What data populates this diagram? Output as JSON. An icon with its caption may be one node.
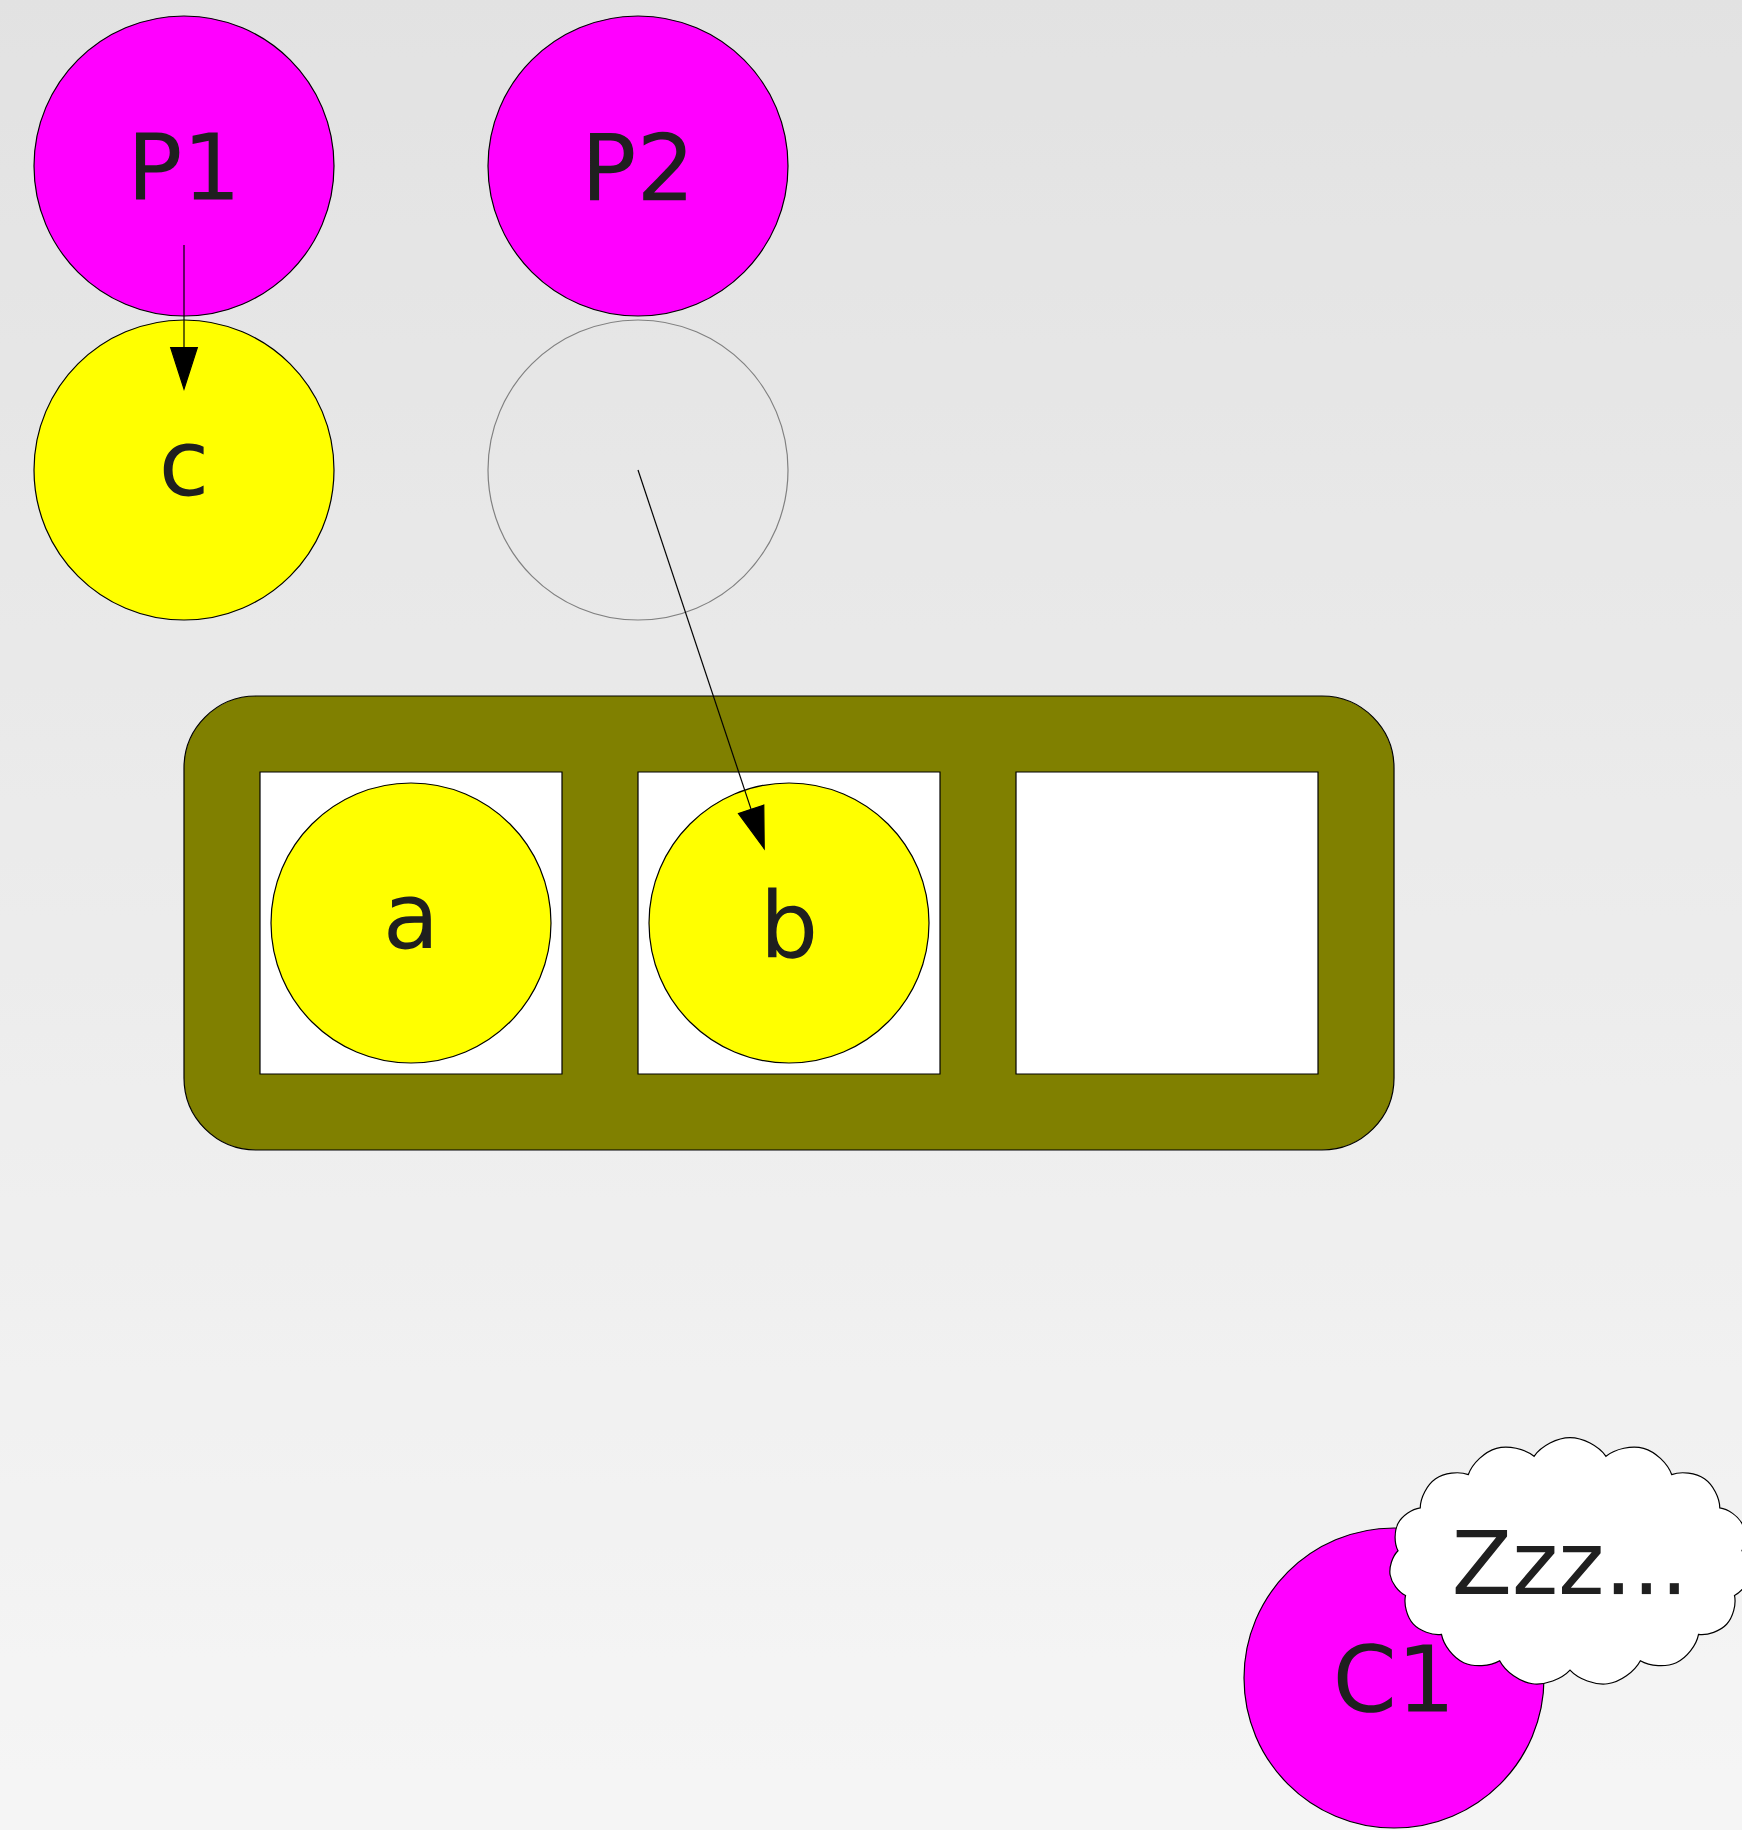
{
  "diagram": {
    "nodes": [
      {
        "text": [
          "P1"
        ]
      },
      {
        "text": [
          "P2"
        ]
      },
      {
        "text": [
          "c"
        ]
      },
      {
        "text": [],
        "shape": "circle"
      },
      {
        "text": [],
        "shape": "box"
      },
      {
        "text": [],
        "shape": "box",
        "in": 4
      },
      {
        "text": [
          "a"
        ],
        "in": 5
      },
      {
        "text": [],
        "shape": "box",
        "in": 4
      },
      {
        "text": [
          "b"
        ],
        "in": 7
      },
      {
        "text": [],
        "shape": "box",
        "in": 4
      },
      {
        "text": [
          "C1"
        ]
      },
      {
        "text": [
          "Zzz..."
        ]
      }
    ],
    "edges": [
      {
        "from": 0,
        "to": 2,
        "arrow": "to"
      },
      {
        "from": 3,
        "to": 8,
        "arrow": "to"
      }
    ]
  }
}
